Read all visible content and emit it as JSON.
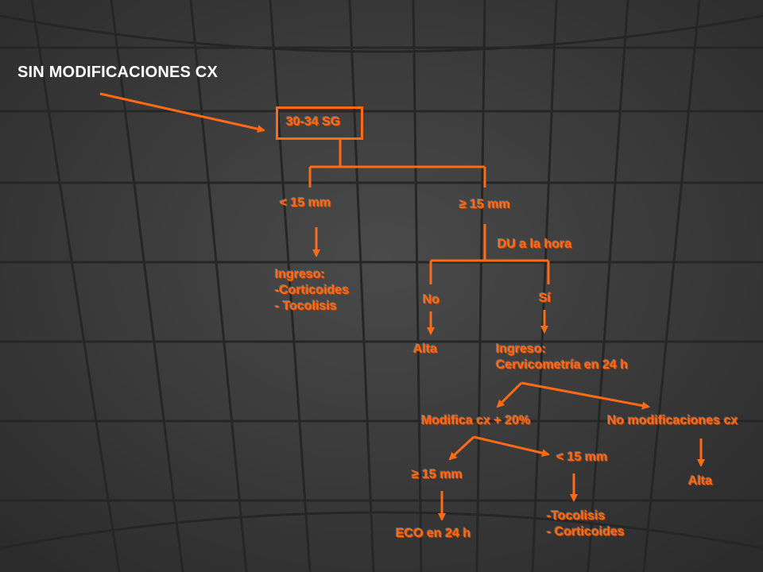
{
  "title": "SIN MODIFICACIONES CX",
  "colors": {
    "accent": "#ff6a14",
    "background": "#3a3a3a",
    "title": "#ffffff"
  },
  "nodes": {
    "root": "30-34 SG",
    "lt15": "< 15 mm",
    "ge15": "≥ 15 mm",
    "ingreso1": "Ingreso:\n-Corticoides\n- Tocolisis",
    "du": "DU a la hora",
    "no": "No",
    "si": "Sí",
    "alta1": "Alta",
    "ingreso2": "Ingreso:\nCervicometría en 24 h",
    "modifica": "Modifica cx + 20%",
    "nomod": "No modificaciones cx",
    "lt15b": "< 15 mm",
    "ge15b": "≥ 15 mm",
    "alta2": "Alta",
    "eco": "ECO en 24 h",
    "tocolisis": "-Tocolisis\n- Corticoides"
  }
}
